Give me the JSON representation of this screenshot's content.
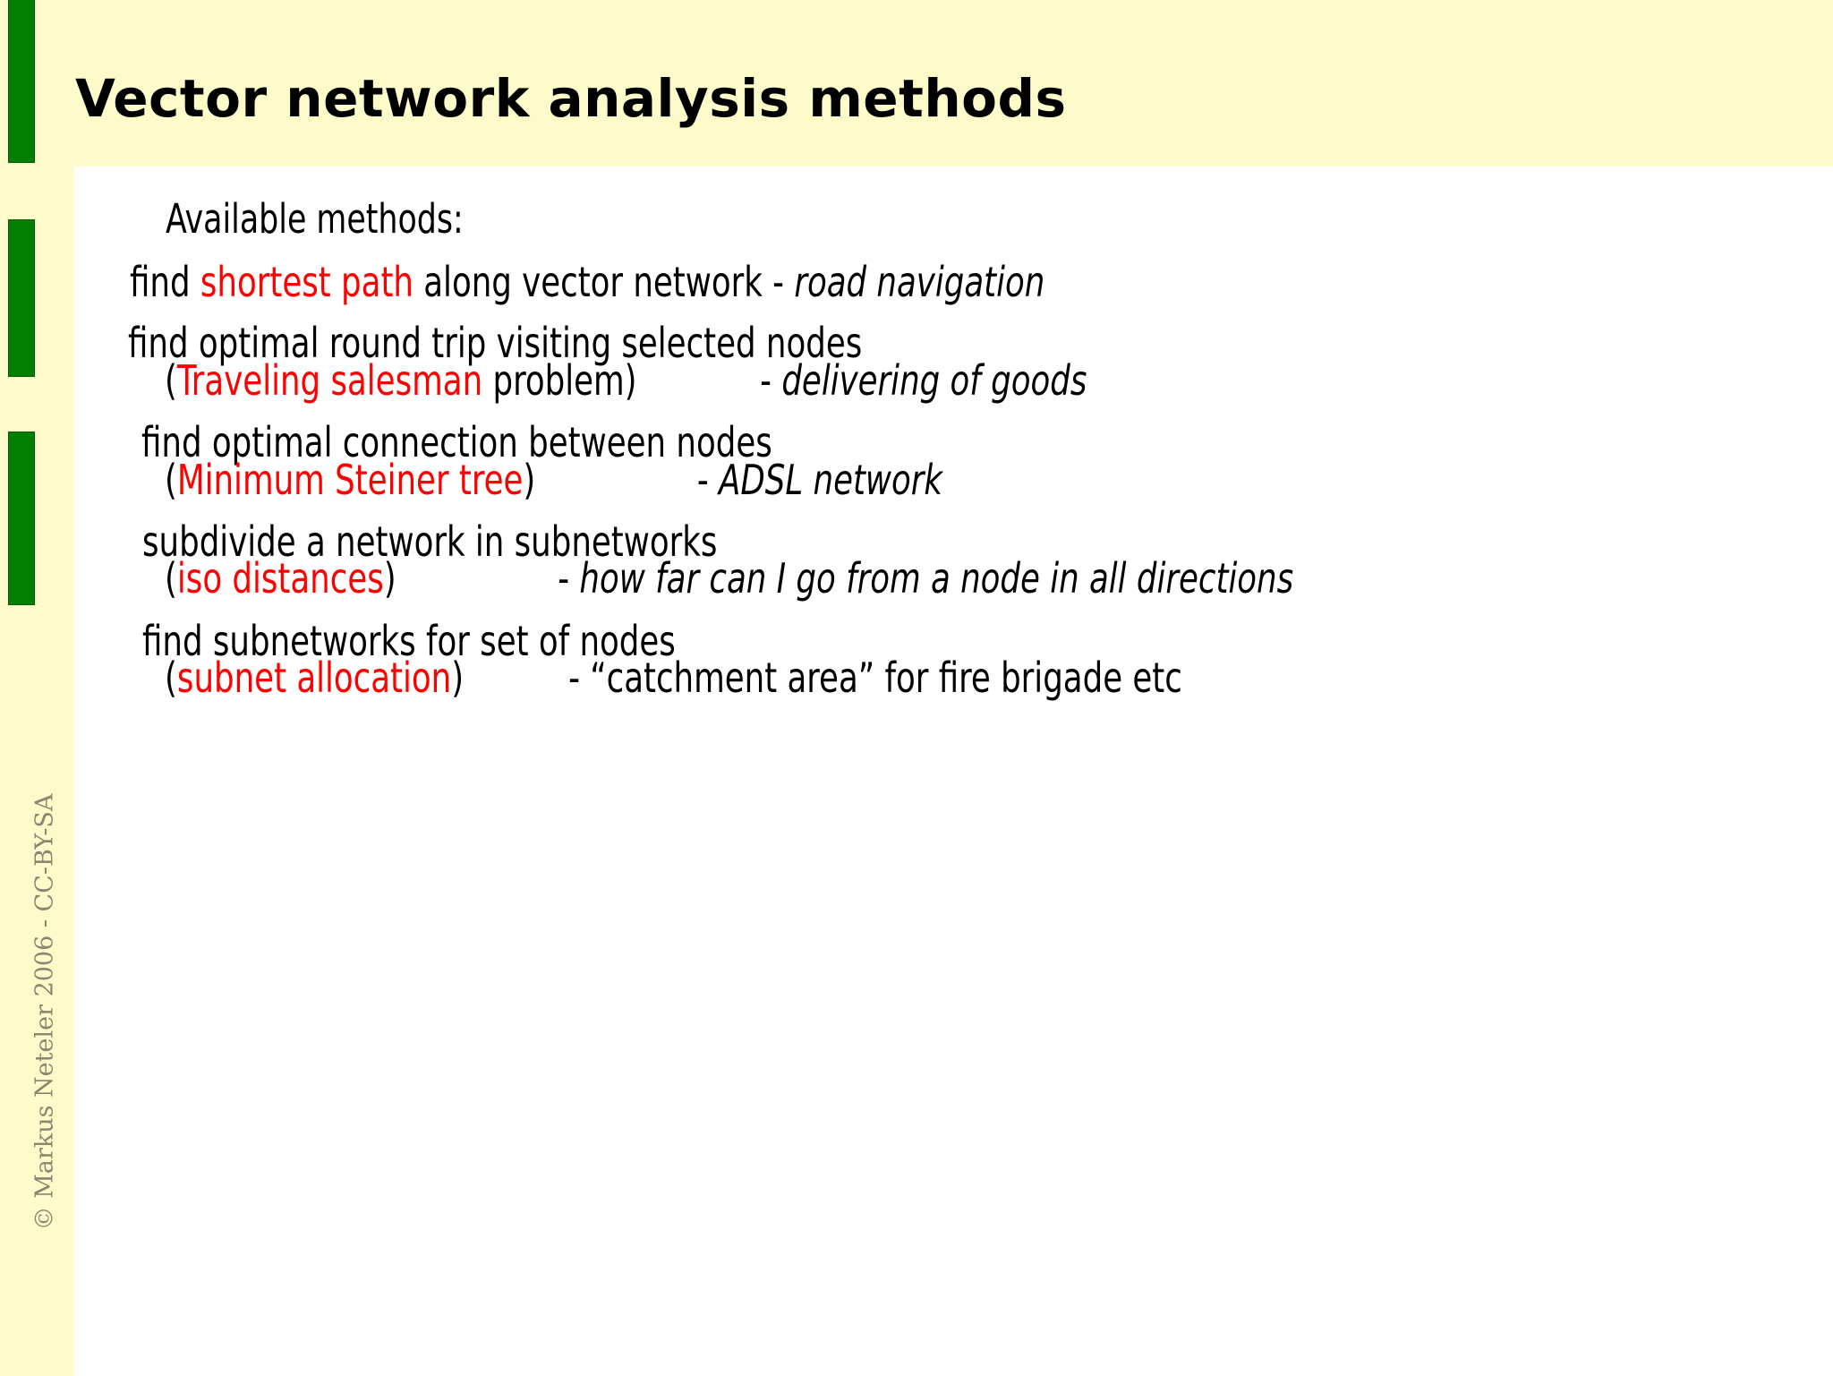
{
  "slide": {
    "title": "Vector network analysis methods",
    "lead_in": "Available methods:",
    "colors": {
      "header_background": "#fdfbca",
      "left_strip": "#fdfbca",
      "content_background": "#ffffff",
      "accent_green": "#017f01",
      "highlight_red": "#fe0000",
      "title_text": "#000000",
      "copyright_text": "#8a8670"
    },
    "methods": [
      {
        "id": "shortest-path",
        "line1_prefix": "find ",
        "line1_highlight": "shortest path",
        "line1_suffix": " along vector network ",
        "line1_note_dash": "- ",
        "line1_note": "road navigation",
        "line2_prefix": "",
        "line2_highlight": "",
        "line2_suffix": "",
        "line2_note_dash": "",
        "line2_note": ""
      },
      {
        "id": "traveling-salesman",
        "line1_prefix": "find optimal round trip visiting selected nodes",
        "line1_highlight": "",
        "line1_suffix": "",
        "line1_note_dash": "",
        "line1_note": "",
        "line2_prefix": "(",
        "line2_highlight": "Traveling salesman",
        "line2_suffix": " problem)",
        "line2_note_dash": "- ",
        "line2_note": "delivering of goods"
      },
      {
        "id": "minimum-steiner-tree",
        "line1_prefix": "find optimal connection between nodes",
        "line1_highlight": "",
        "line1_suffix": "",
        "line1_note_dash": "",
        "line1_note": "",
        "line2_prefix": "(",
        "line2_highlight": "Minimum Steiner tree",
        "line2_suffix": ")",
        "line2_note_dash": "- ",
        "line2_note": "ADSL network"
      },
      {
        "id": "iso-distances",
        "line1_prefix": "subdivide a network in subnetworks",
        "line1_highlight": "",
        "line1_suffix": "",
        "line1_note_dash": "",
        "line1_note": "",
        "line2_prefix": "(",
        "line2_highlight": "iso distances",
        "line2_suffix": ")",
        "line2_note_dash": "- ",
        "line2_note": "how far can I go from a node in all directions"
      },
      {
        "id": "subnet-allocation",
        "line1_prefix": "find subnetworks for set of nodes",
        "line1_highlight": "",
        "line1_suffix": "",
        "line1_note_dash": "",
        "line1_note": "",
        "line2_prefix": "(",
        "line2_highlight": "subnet allocation",
        "line2_suffix": ")",
        "line2_note_dash": "- ",
        "line2_note": "“catchment area” for fire brigade etc"
      }
    ],
    "copyright": "© Markus Neteler 2006 - CC-BY-SA"
  }
}
